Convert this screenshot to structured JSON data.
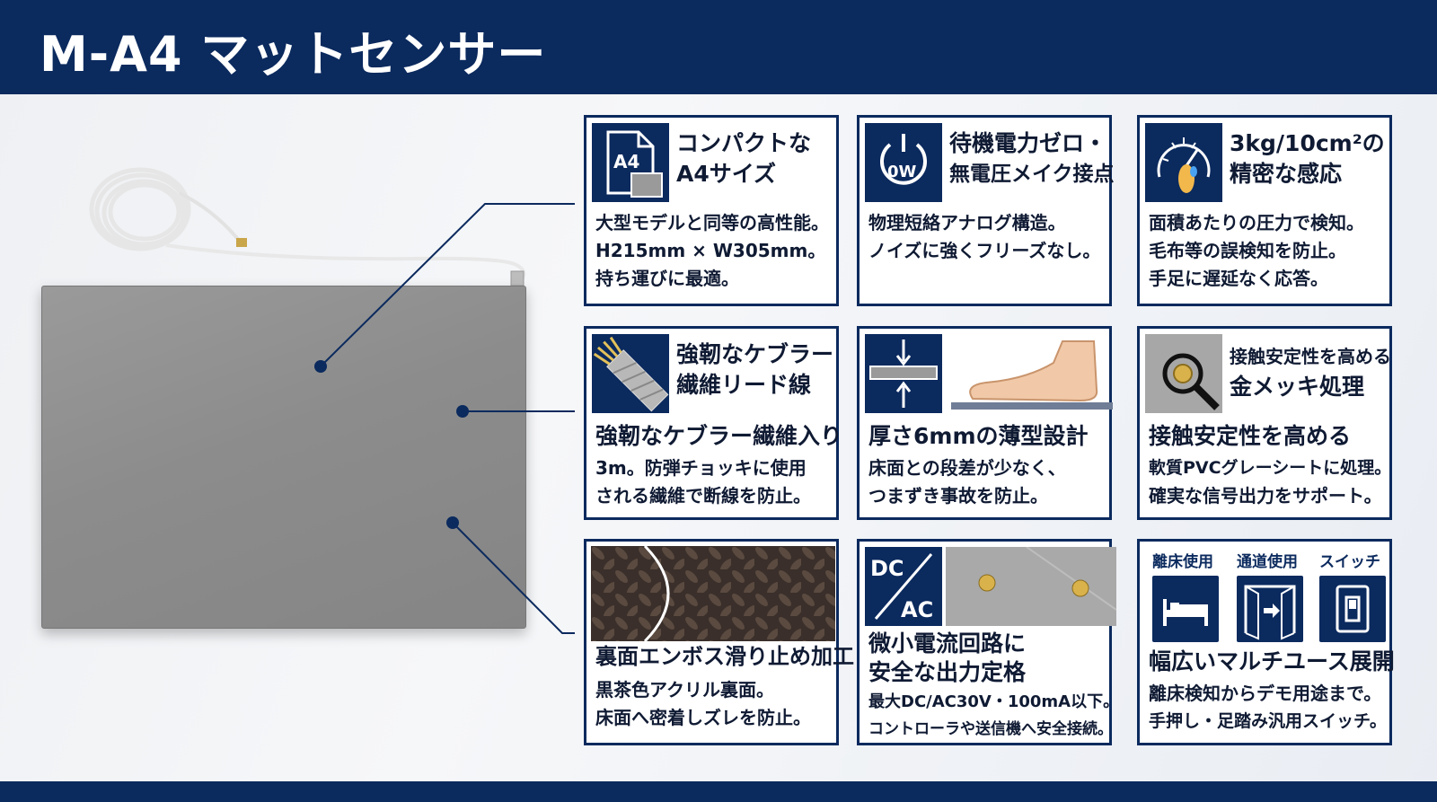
{
  "page_title": "M-A4 マットセンサー",
  "colors": {
    "brand": "#0b2a5e",
    "mat_gray": "#8c8c8c",
    "card_bg": "#ffffff"
  },
  "cards": [
    {
      "icon": "a4-document-icon",
      "icon_text": "A4",
      "title": [
        "コンパクトな",
        "A4サイズ"
      ],
      "body": [
        "大型モデルと同等の高性能。",
        "H215mm × W305mm。",
        "持ち運びに最適。"
      ]
    },
    {
      "icon": "power-0w-icon",
      "icon_text": "0W",
      "title": [
        "待機電力ゼロ・",
        "無電圧メイク接点"
      ],
      "body": [
        "物理短絡アナログ構造。",
        "ノイズに強くフリーズなし。"
      ]
    },
    {
      "icon": "pressure-gauge-foot-icon",
      "title": [
        "3kg/10cm²の",
        "精密な感応"
      ],
      "body": [
        "面積あたりの圧力で検知。",
        "毛布等の誤検知を防止。",
        "手足に遅延なく応答。"
      ]
    },
    {
      "icon": "kevlar-cable-icon",
      "title": [
        "強靭なケブラー",
        "繊維リード線"
      ],
      "heading": "強靭なケブラー繊維入り",
      "body": [
        "3m。防弾チョッキに使用",
        "される繊維で断線を防止。"
      ]
    },
    {
      "icon": "thickness-arrows-icon",
      "heading": "厚さ6mmの薄型設計",
      "body": [
        "床面との段差が少なく、",
        "つまずき事故を防止。"
      ]
    },
    {
      "icon": "magnifier-gold-contact-icon",
      "title": [
        "接触安定性を高める",
        "金メッキ処理"
      ],
      "heading": "接触安定性を高める",
      "body": [
        "軟質PVCグレーシートに処理。",
        "確実な信号出力をサポート。"
      ]
    },
    {
      "icon": "embossed-texture-image",
      "heading": "裏面エンボス滑り止め加工",
      "body": [
        "黒茶色アクリル裏面。",
        "床面へ密着しズレを防止。"
      ]
    },
    {
      "icon": "dc-ac-icon",
      "icon_text_top": "DC",
      "icon_text_bottom": "AC",
      "heading": [
        "微小電流回路に",
        "安全な出力定格"
      ],
      "body": [
        "最大DC/AC30V・100mA以下。",
        "コントローラや送信機へ安全接続。"
      ]
    },
    {
      "sub_labels": [
        "離床使用",
        "通道使用",
        "スイッチ"
      ],
      "heading": "幅広いマルチユース展開",
      "body": [
        "離床検知からデモ用途まで。",
        "手押し・足踏み汎用スイッチ。"
      ]
    }
  ]
}
